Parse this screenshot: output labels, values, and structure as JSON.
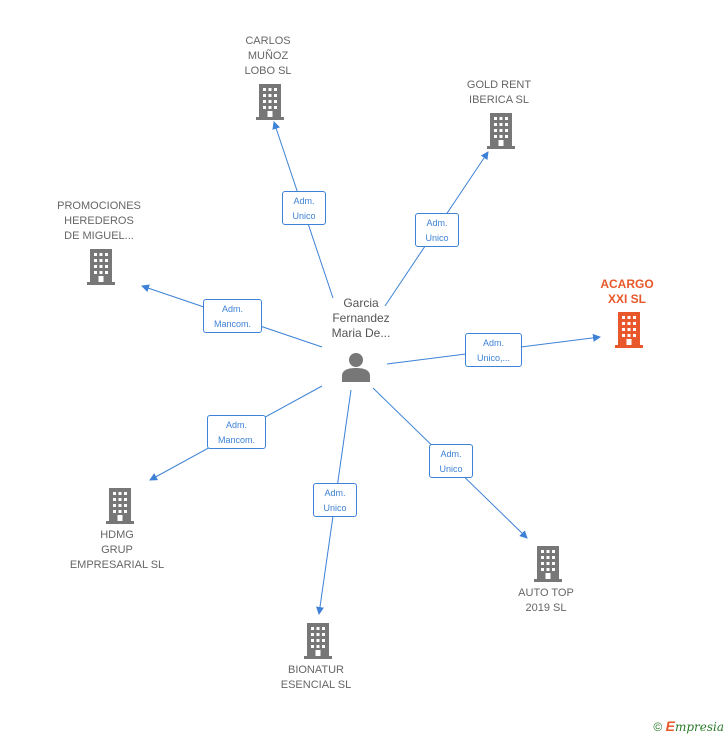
{
  "center": {
    "lines": [
      "Garcia",
      "Fernandez",
      "Maria De..."
    ]
  },
  "nodes": [
    {
      "id": "carlos",
      "lines": [
        "CARLOS",
        "MUÑOZ",
        "LOBO  SL"
      ],
      "highlight": false
    },
    {
      "id": "goldrent",
      "lines": [
        "GOLD RENT",
        "IBERICA  SL"
      ],
      "highlight": false
    },
    {
      "id": "promociones",
      "lines": [
        "PROMOCIONES",
        "HEREDEROS",
        "DE MIGUEL..."
      ],
      "highlight": false
    },
    {
      "id": "acargo",
      "lines": [
        "ACARGO",
        "XXI  SL"
      ],
      "highlight": true
    },
    {
      "id": "hdmg",
      "lines": [
        "HDMG",
        "GRUP",
        "EMPRESARIAL SL"
      ],
      "highlight": false
    },
    {
      "id": "autotop",
      "lines": [
        "AUTO TOP",
        "2019  SL"
      ],
      "highlight": false
    },
    {
      "id": "bionatur",
      "lines": [
        "BIONATUR",
        "ESENCIAL  SL"
      ],
      "highlight": false
    }
  ],
  "relations": [
    {
      "to": "carlos",
      "lines": [
        "Adm.",
        "Unico"
      ]
    },
    {
      "to": "goldrent",
      "lines": [
        "Adm.",
        "Unico"
      ]
    },
    {
      "to": "promociones",
      "lines": [
        "Adm.",
        "Mancom."
      ]
    },
    {
      "to": "acargo",
      "lines": [
        "Adm.",
        "Unico,..."
      ]
    },
    {
      "to": "hdmg",
      "lines": [
        "Adm.",
        "Mancom."
      ]
    },
    {
      "to": "autotop",
      "lines": [
        "Adm.",
        "Unico"
      ]
    },
    {
      "to": "bionatur",
      "lines": [
        "Adm.",
        "Unico"
      ]
    }
  ],
  "colors": {
    "edge": "#3d82d6",
    "building": "#777777",
    "building_highlight": "#e8582a",
    "person": "#777777"
  },
  "brand": {
    "copyright": "©",
    "initial": "E",
    "rest": "mpresia"
  }
}
